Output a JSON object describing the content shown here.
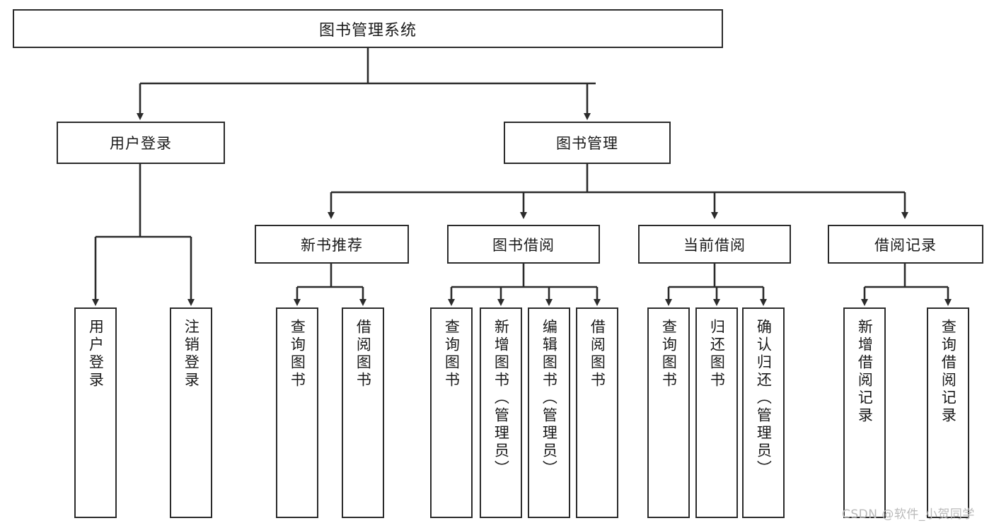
{
  "diagram": {
    "title": "图书管理系统",
    "type": "hierarchy-tree",
    "colors": {
      "box_border": "#2b2b2b",
      "box_fill": "#ffffff",
      "edge": "#2b2b2b",
      "text": "#1a1a1a",
      "watermark": "#b9b9b9"
    },
    "root": {
      "label": "图书管理系统"
    },
    "level2": [
      {
        "label": "用户登录"
      },
      {
        "label": "图书管理"
      }
    ],
    "level3": [
      {
        "label": "新书推荐"
      },
      {
        "label": "图书借阅"
      },
      {
        "label": "当前借阅"
      },
      {
        "label": "借阅记录"
      }
    ],
    "leaves": [
      {
        "label": "用户登录",
        "parent": "用户登录"
      },
      {
        "label": "注销登录",
        "parent": "用户登录"
      },
      {
        "label": "查询图书",
        "parent": "新书推荐"
      },
      {
        "label": "借阅图书",
        "parent": "新书推荐"
      },
      {
        "label": "查询图书",
        "parent": "图书借阅"
      },
      {
        "label": "新增图书（管理员）",
        "parent": "图书借阅"
      },
      {
        "label": "编辑图书（管理员）",
        "parent": "图书借阅"
      },
      {
        "label": "借阅图书",
        "parent": "图书借阅"
      },
      {
        "label": "查询图书",
        "parent": "当前借阅"
      },
      {
        "label": "归还图书",
        "parent": "当前借阅"
      },
      {
        "label": "确认归还（管理员）",
        "parent": "当前借阅"
      },
      {
        "label": "新增借阅记录",
        "parent": "借阅记录"
      },
      {
        "label": "查询借阅记录",
        "parent": "借阅记录"
      }
    ]
  },
  "watermark": {
    "text": "CSDN @软件_小贺同学"
  }
}
